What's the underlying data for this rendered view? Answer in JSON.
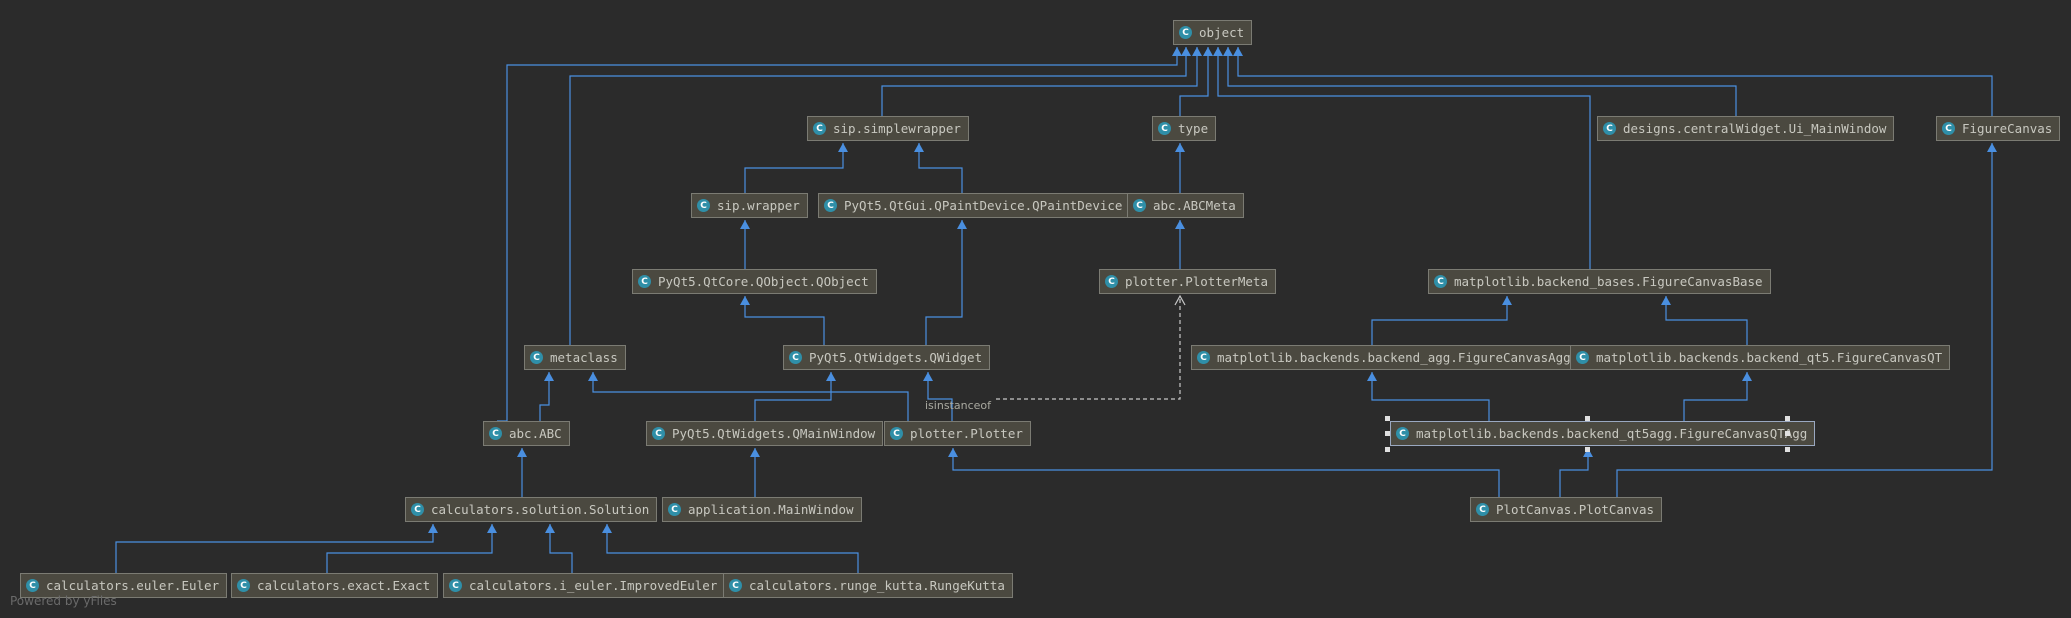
{
  "nodes": {
    "object": "object",
    "sip_simplewrapper": "sip.simplewrapper",
    "type": "type",
    "ui_mainwindow": "designs.centralWidget.Ui_MainWindow",
    "figurecanvas": "FigureCanvas",
    "sip_wrapper": "sip.wrapper",
    "qpaintdevice": "PyQt5.QtGui.QPaintDevice.QPaintDevice",
    "abcmeta": "abc.ABCMeta",
    "qobject": "PyQt5.QtCore.QObject.QObject",
    "plottermeta": "plotter.PlotterMeta",
    "figurecanvasbase": "matplotlib.backend_bases.FigureCanvasBase",
    "metaclass": "metaclass",
    "qwidget": "PyQt5.QtWidgets.QWidget",
    "figurecanvasagg": "matplotlib.backends.backend_agg.FigureCanvasAgg",
    "figurecanvasqt": "matplotlib.backends.backend_qt5.FigureCanvasQT",
    "abc": "abc.ABC",
    "qmainwindow": "PyQt5.QtWidgets.QMainWindow",
    "plotter": "plotter.Plotter",
    "figurecanvasqtagg": "matplotlib.backends.backend_qt5agg.FigureCanvasQTAgg",
    "solution": "calculators.solution.Solution",
    "mainwindow": "application.MainWindow",
    "plotcanvas": "PlotCanvas.PlotCanvas",
    "euler": "calculators.euler.Euler",
    "exact": "calculators.exact.Exact",
    "improvedeuler": "calculators.i_euler.ImprovedEuler",
    "rungekutta": "calculators.runge_kutta.RungeKutta"
  },
  "class_icon_letter": "C",
  "edge_label_isinstance": "isinstanceof",
  "watermark": "Powered by yFiles",
  "colors": {
    "background": "#2b2b2b",
    "node_fill": "#4b4940",
    "node_border": "#7b7b73",
    "edge_inheritance": "#4a8fe0",
    "edge_dashed": "#c8c8c8",
    "icon": "#2f8fa8"
  }
}
